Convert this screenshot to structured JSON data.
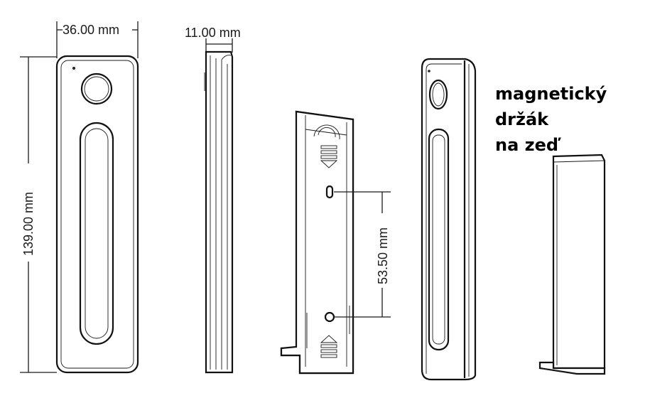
{
  "dimensions": {
    "width": "36.00 mm",
    "depth": "11.00 mm",
    "height": "139.00 mm",
    "hole_spacing": "53.50 mm"
  },
  "caption": {
    "line1": "magnetický",
    "line2": "držák",
    "line3": "na zeď"
  }
}
